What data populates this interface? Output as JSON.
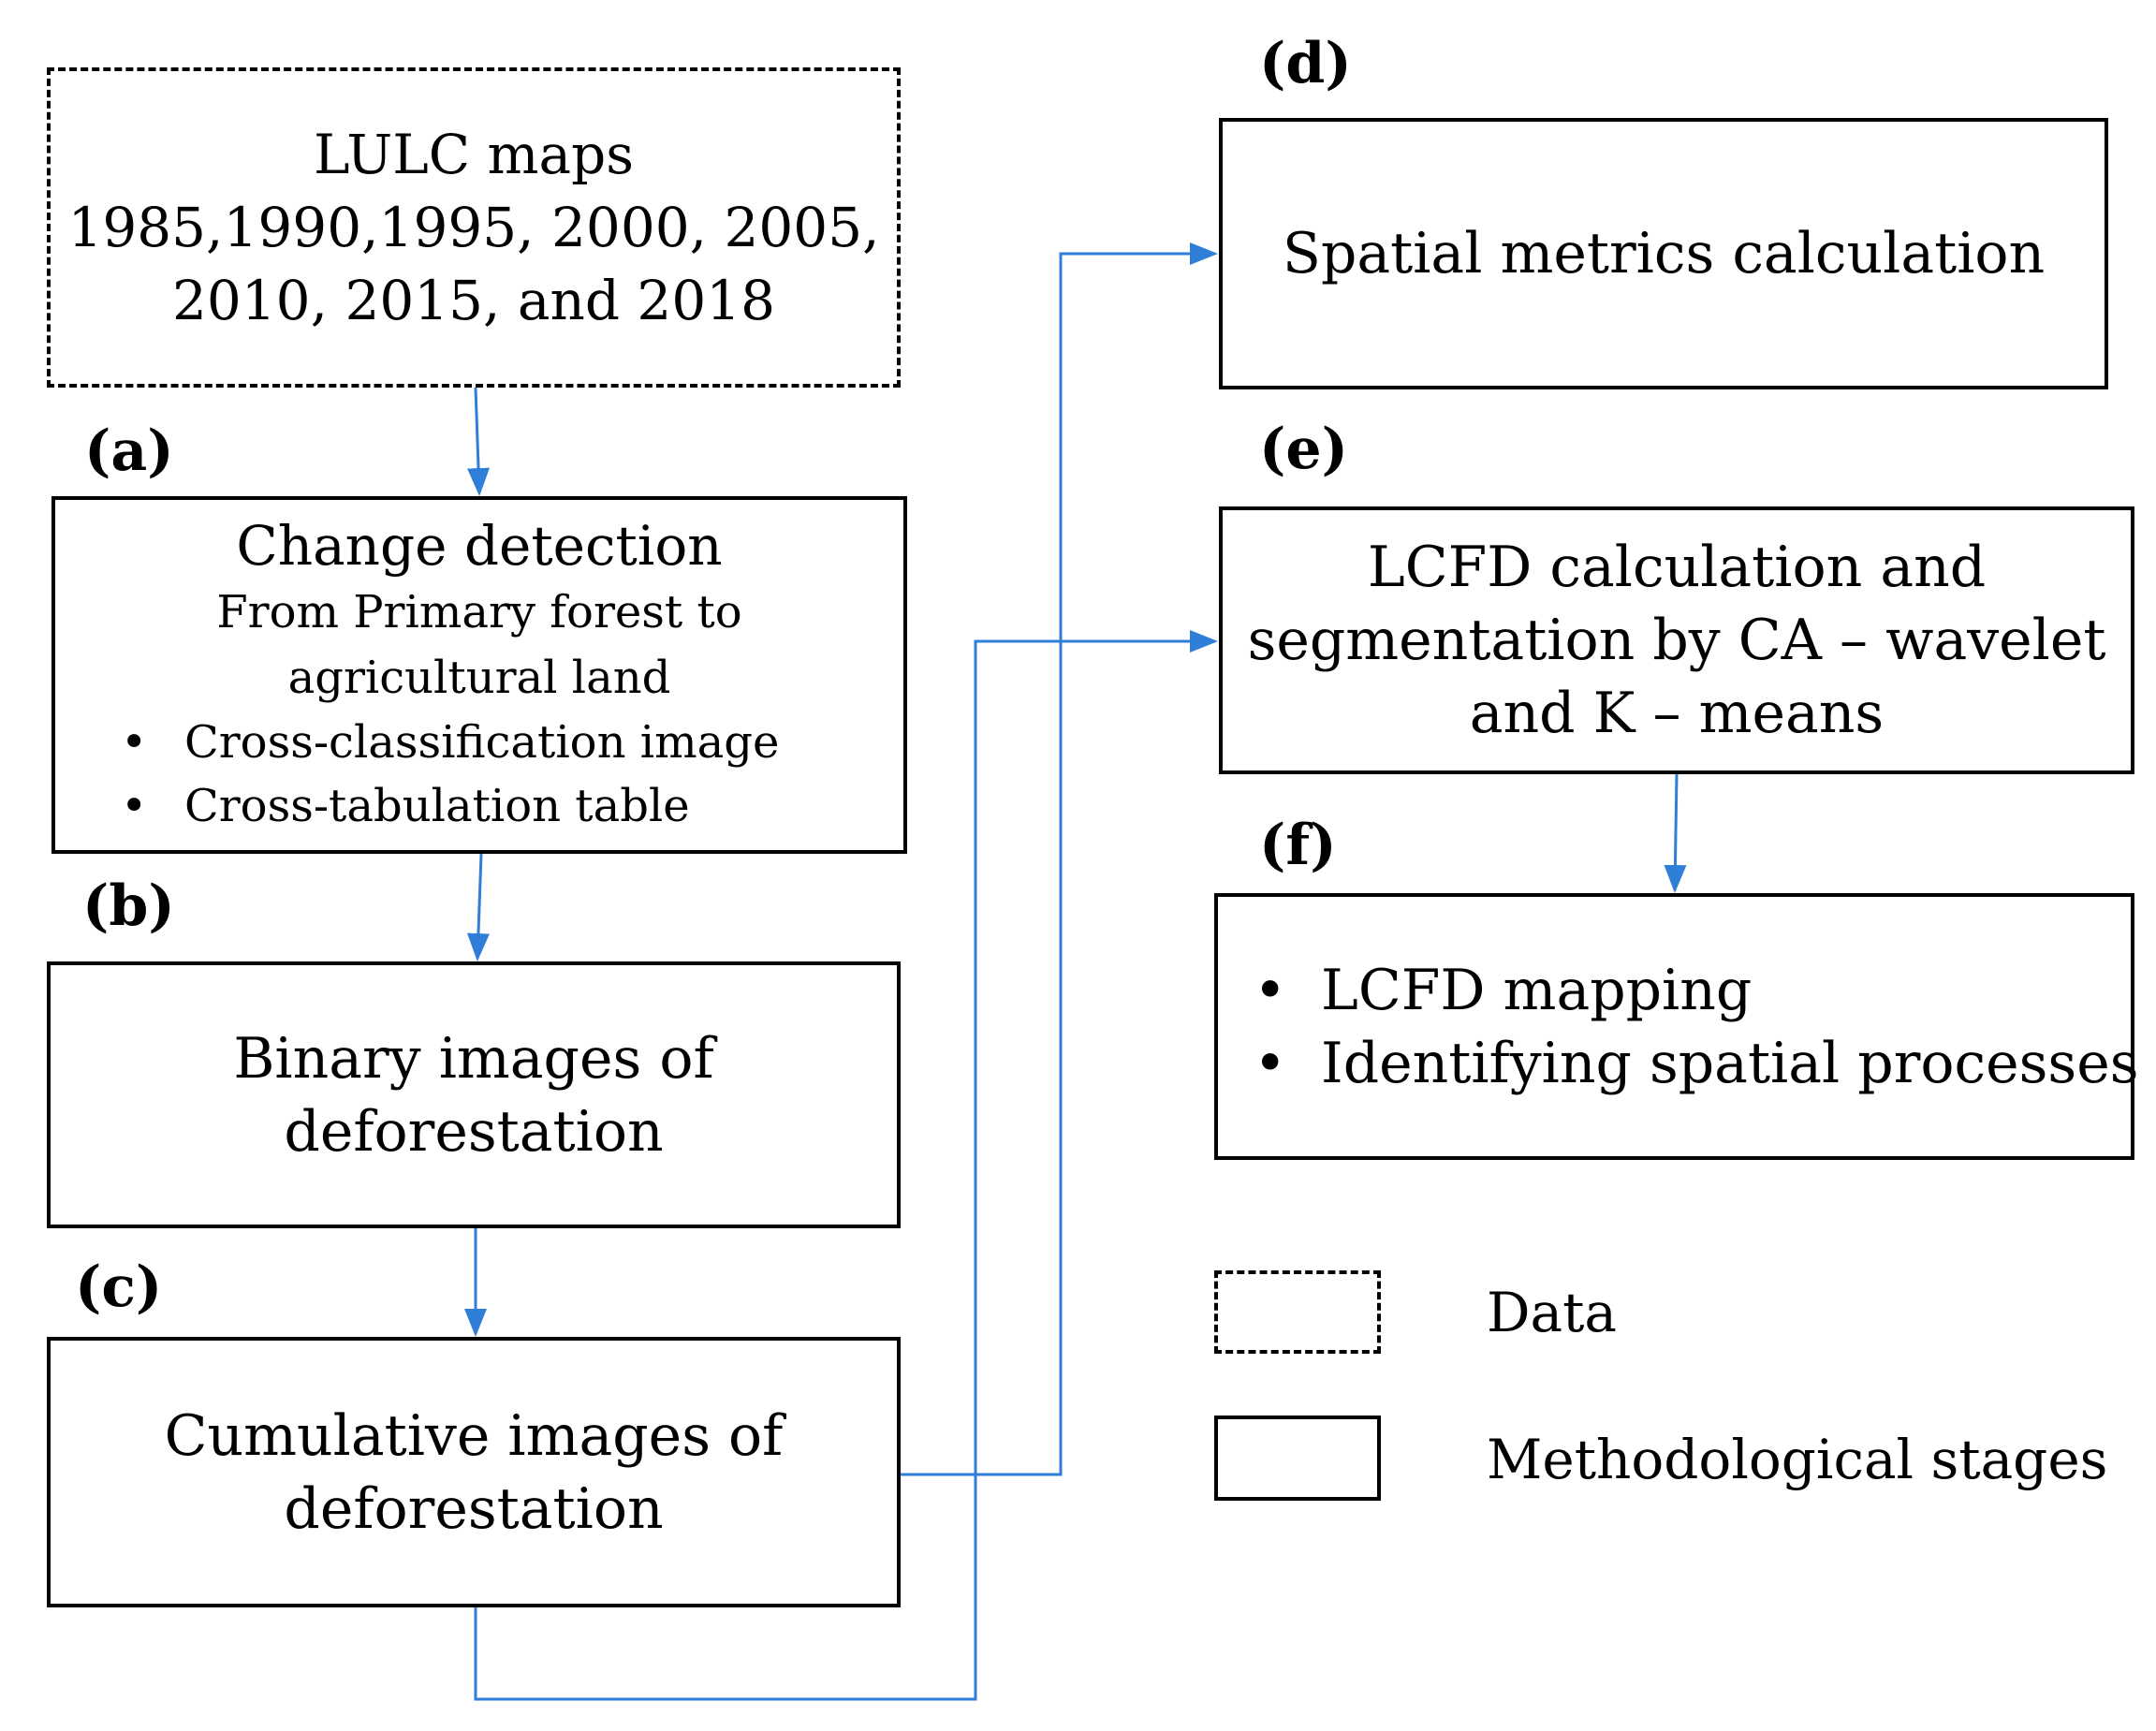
{
  "nodes": {
    "lulc": {
      "lines": [
        "LULC maps",
        "1985,1990,1995, 2000, 2005,",
        "2010, 2015, and 2018"
      ]
    },
    "a": {
      "label": "(a)",
      "title": "Change detection",
      "subtitle_lines": [
        "From Primary forest to",
        "agricultural land"
      ],
      "bullets": [
        "Cross-classification image",
        "Cross-tabulation table"
      ]
    },
    "b": {
      "label": "(b)",
      "lines": [
        "Binary images of",
        "deforestation"
      ]
    },
    "c": {
      "label": "(c)",
      "lines": [
        "Cumulative images of",
        "deforestation"
      ]
    },
    "d": {
      "label": "(d)",
      "lines": [
        "Spatial metrics calculation"
      ]
    },
    "e": {
      "label": "(e)",
      "lines": [
        "LCFD calculation and",
        "segmentation by CA – wavelet",
        "and K – means"
      ]
    },
    "f": {
      "label": "(f)",
      "bullets": [
        "LCFD mapping",
        "Identifying  spatial processes"
      ]
    }
  },
  "legend": {
    "data_label": "Data",
    "stages_label": "Methodological stages"
  },
  "bullet_glyph": "•",
  "colors": {
    "arrow": "#2f7ed8",
    "border": "#000000"
  }
}
